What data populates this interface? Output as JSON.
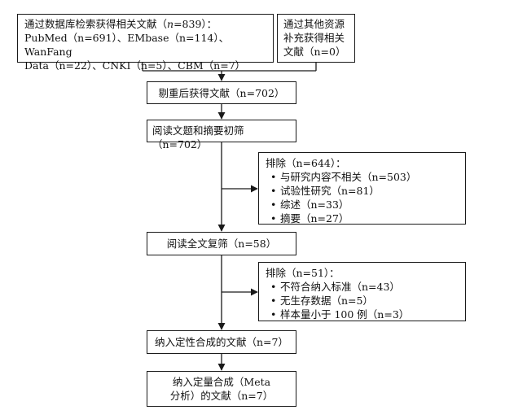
{
  "search": {
    "db": {
      "line1_pre": "通过数据库检索获得相关文献（",
      "line1_n": "n",
      "line1_post": "=839）：",
      "line2": "PubMed（n=691）、EMbase（n=114）、WanFang",
      "line3": "Data（n=22）、CNKI（n=5）、CBM（n=7）"
    },
    "other": {
      "line1": "通过其他资源",
      "line2": "补充获得相关",
      "line3": "文献（n=0）"
    }
  },
  "steps": {
    "dedup": "剔重后获得文献（n=702）",
    "screen_title_abstract": "阅读文题和摘要初筛（n=702）",
    "fulltext": "阅读全文复筛（n=58）",
    "qualitative": "纳入定性合成的文献（n=7）",
    "quantitative_line1": "纳入定量合成（Meta",
    "quantitative_line2": "分析）的文献（n=7）"
  },
  "exclusion1": {
    "title": "排除（n=644）：",
    "items": [
      "与研究内容不相关（n=503）",
      "试验性研究（n=81）",
      "综述（n=33）",
      "摘要（n=27）"
    ]
  },
  "exclusion2": {
    "title": "排除（n=51）：",
    "items": [
      "不符合纳入标准（n=43）",
      "无生存数据（n=5）",
      "样本量小于 100 例（n=3）"
    ]
  }
}
